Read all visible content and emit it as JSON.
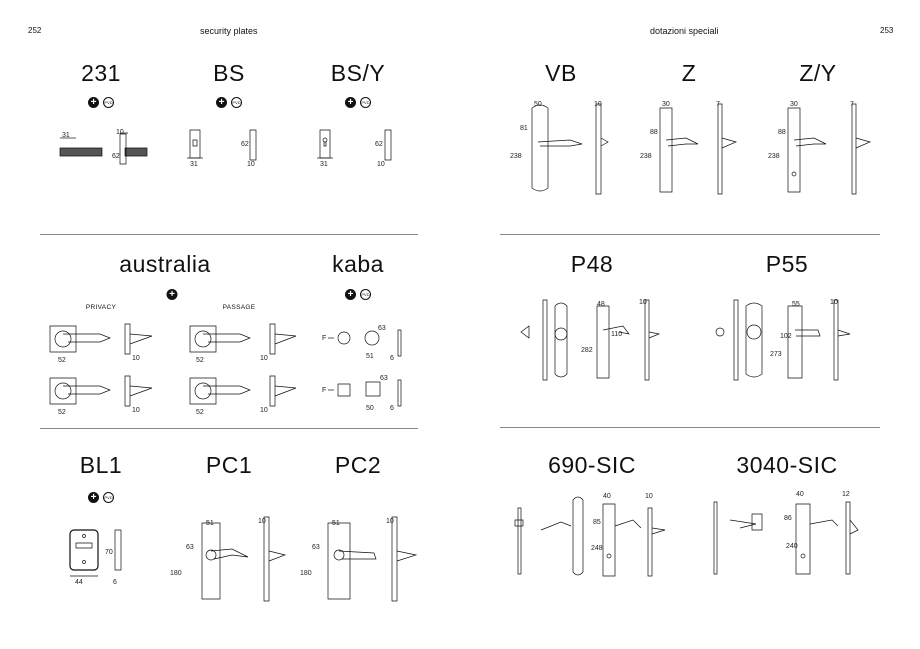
{
  "left": {
    "page_number": "252",
    "header": "security plates",
    "models": {
      "m231": {
        "title": "231",
        "dims": [
          "31",
          "10",
          "62"
        ]
      },
      "bs": {
        "title": "BS",
        "dims": [
          "31",
          "62",
          "10"
        ]
      },
      "bsy": {
        "title": "BS/Y",
        "dims": [
          "31",
          "62",
          "10"
        ]
      },
      "australia": {
        "title": "australia",
        "privacy": "PRIVACY",
        "passage": "PASSAGE",
        "dims": [
          "52",
          "10",
          "52",
          "10",
          "52",
          "10",
          "52",
          "10"
        ]
      },
      "kaba": {
        "title": "kaba",
        "dims": [
          "F",
          "63",
          "51",
          "6",
          "F",
          "63",
          "50",
          "6"
        ]
      },
      "bl1": {
        "title": "BL1",
        "dims": [
          "70",
          "44",
          "6"
        ]
      },
      "pc1": {
        "title": "PC1",
        "dims": [
          "51",
          "63",
          "180",
          "10"
        ]
      },
      "pc2": {
        "title": "PC2",
        "dims": [
          "51",
          "63",
          "180",
          "10"
        ]
      }
    }
  },
  "right": {
    "page_number": "253",
    "header": "dotazioni speciali",
    "models": {
      "vb": {
        "title": "VB",
        "dims": [
          "50",
          "81",
          "238",
          "10"
        ]
      },
      "z": {
        "title": "Z",
        "dims": [
          "30",
          "88",
          "238",
          "7"
        ]
      },
      "zy": {
        "title": "Z/Y",
        "dims": [
          "30",
          "88",
          "238",
          "7"
        ]
      },
      "p48": {
        "title": "P48",
        "dims": [
          "48",
          "110",
          "282",
          "10"
        ]
      },
      "p55": {
        "title": "P55",
        "dims": [
          "55",
          "102",
          "273",
          "10"
        ]
      },
      "sic690": {
        "title": "690-SIC",
        "dims": [
          "40",
          "85",
          "248",
          "10"
        ]
      },
      "sic3040": {
        "title": "3040-SIC",
        "dims": [
          "40",
          "86",
          "240",
          "12"
        ]
      }
    }
  },
  "badge_labels": {
    "plus": "+",
    "pvd": "PVD"
  },
  "colors": {
    "ink": "#111111",
    "rule": "#888888",
    "paper": "#ffffff"
  }
}
